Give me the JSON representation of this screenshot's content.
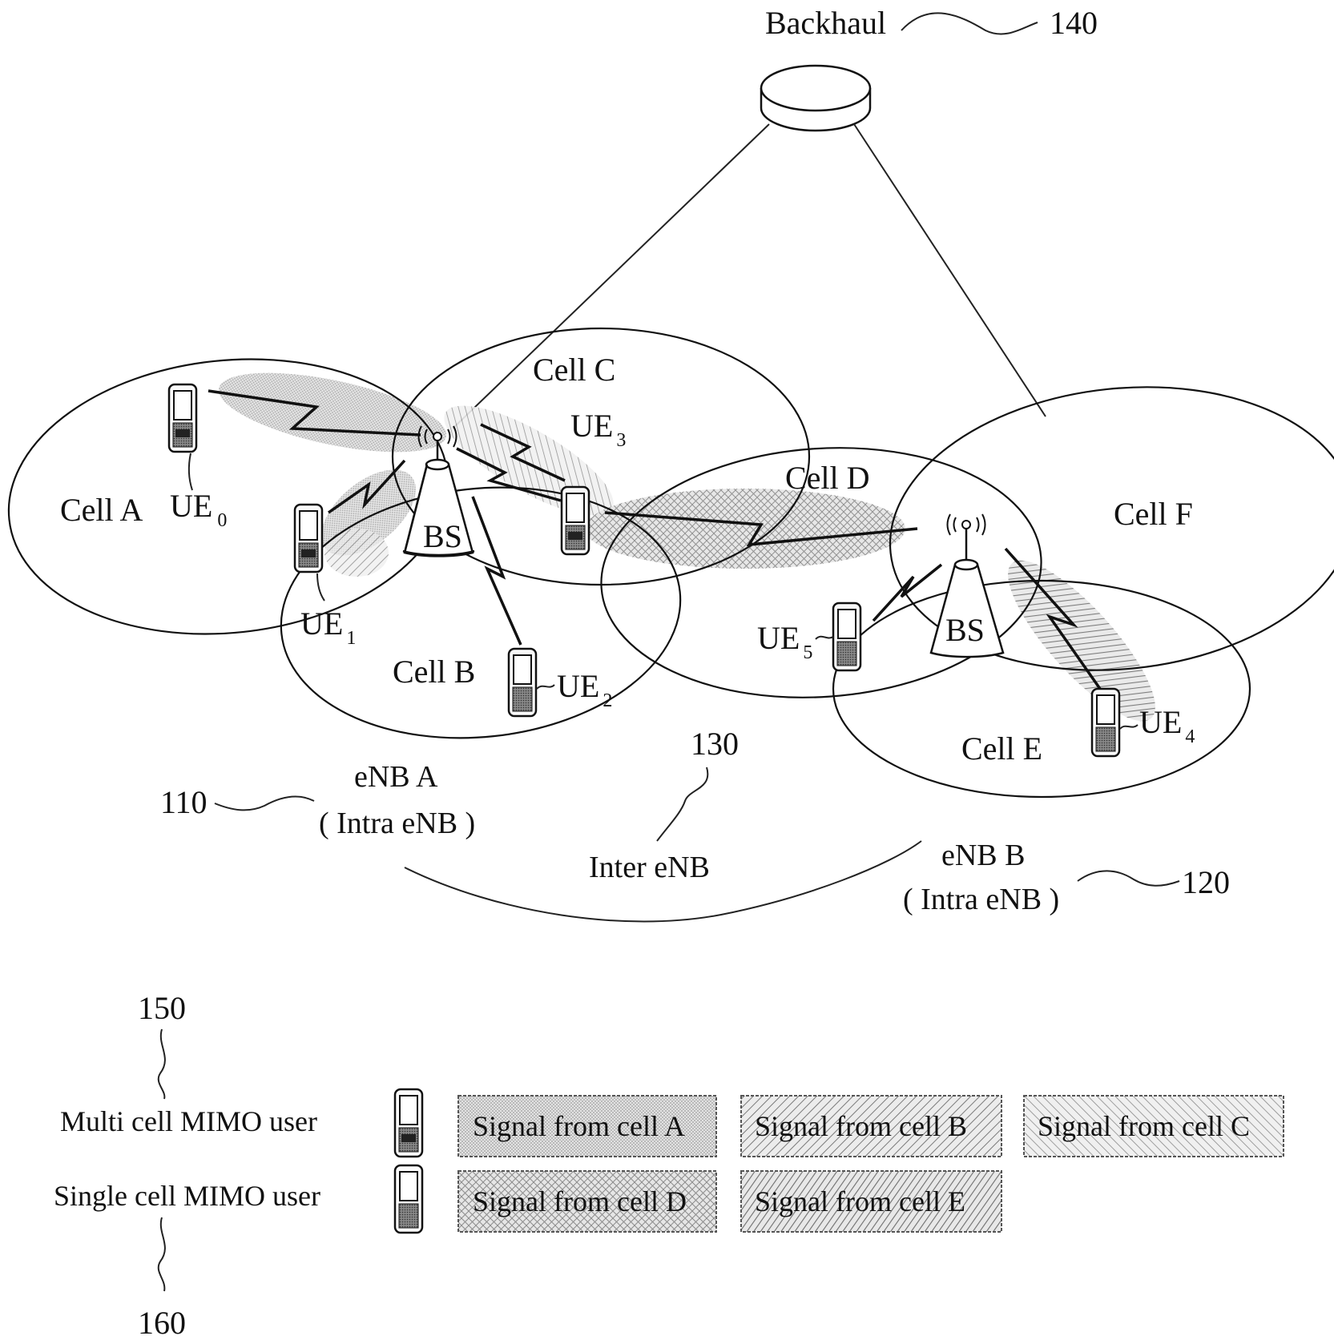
{
  "colors": {
    "ink": "#111111",
    "signal_a": "#cfcfcf",
    "signal_hatch": "#9a9a9a",
    "background": "#ffffff"
  },
  "network": {
    "backhaul_label": "Backhaul",
    "backhaul_ref": "140",
    "bs_label": "BS",
    "cells": {
      "a": "Cell A",
      "b": "Cell B",
      "c": "Cell C",
      "d": "Cell D",
      "e": "Cell E",
      "f": "Cell F"
    },
    "ue_base": "UE",
    "ue_subscripts": [
      "0",
      "1",
      "2",
      "3",
      "4",
      "5"
    ],
    "enb_a": {
      "line1": "eNB A",
      "line2": "( Intra eNB )",
      "ref": "110"
    },
    "enb_b": {
      "line1": "eNB B",
      "line2": "( Intra eNB )",
      "ref": "120"
    },
    "inter_enb": {
      "label": "Inter eNB",
      "ref": "130"
    }
  },
  "legend": {
    "multi_user": {
      "label": "Multi cell MIMO  user",
      "ref": "150",
      "icon": "phone-dark-icon"
    },
    "single_user": {
      "label": "Single cell MIMO user",
      "ref": "160",
      "icon": "phone-light-icon"
    },
    "signals": [
      "Signal from cell A",
      "Signal from cell B",
      "Signal from cell C",
      "Signal from cell D",
      "Signal from cell E"
    ]
  }
}
